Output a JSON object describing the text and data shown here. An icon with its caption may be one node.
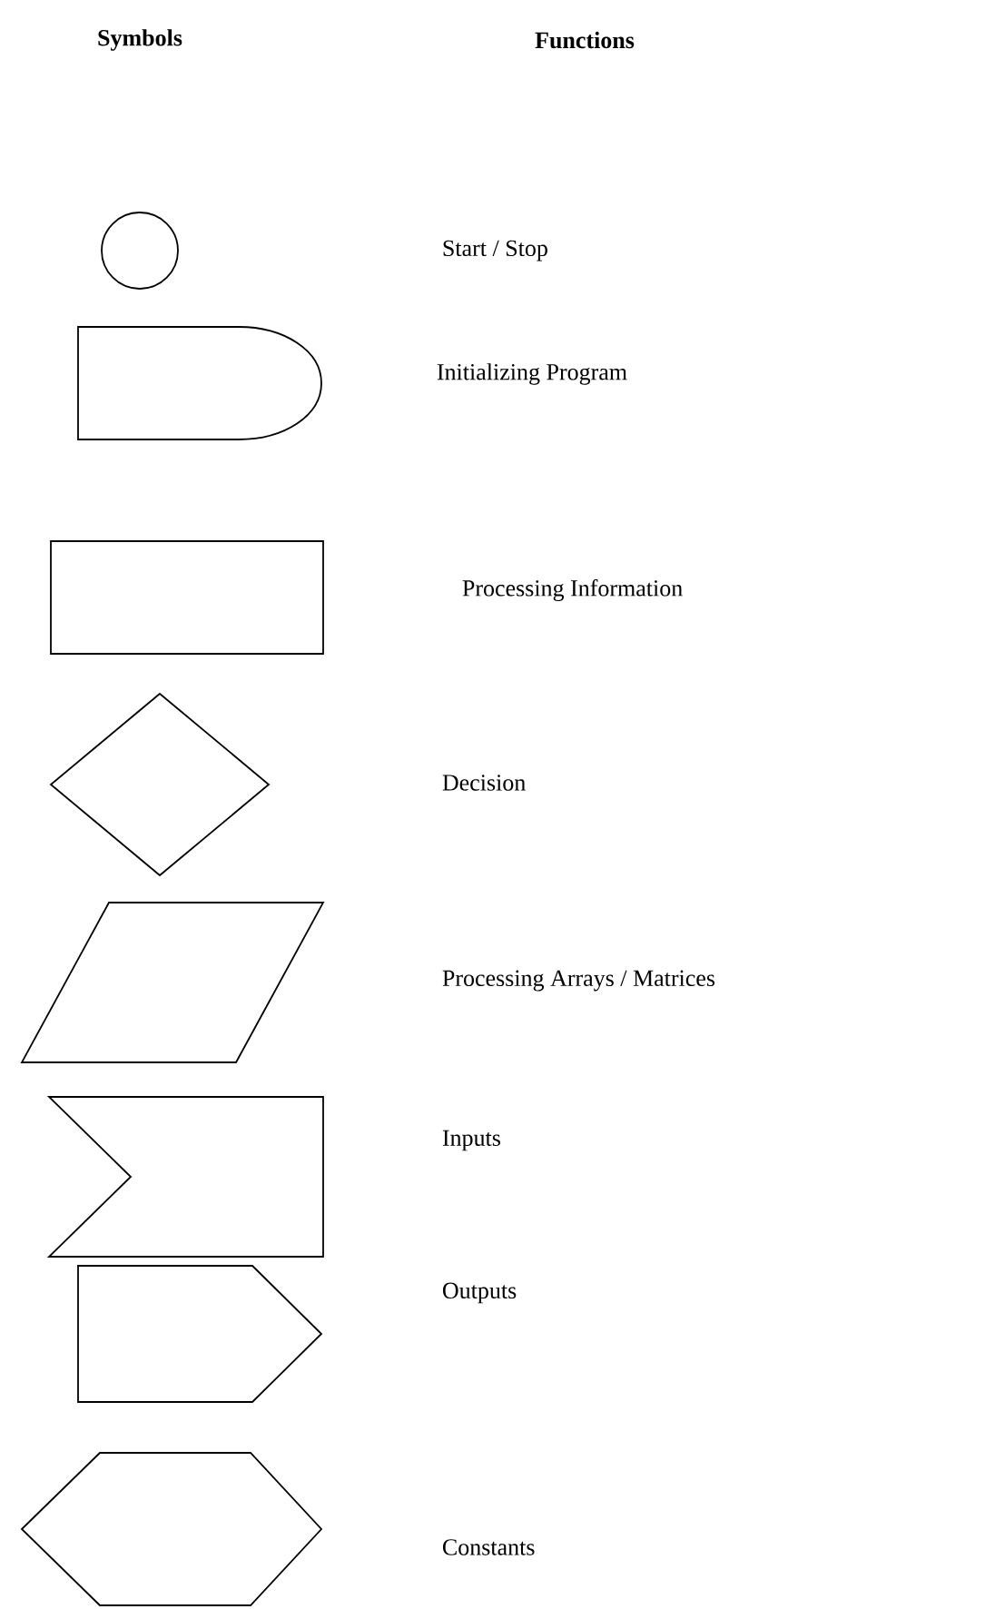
{
  "diagram": {
    "nodes": [
      {
        "text": [],
        "shape": "circle"
      },
      {
        "text": [],
        "shape": "delay"
      },
      {
        "text": [],
        "shape": "box"
      },
      {
        "text": [],
        "shape": "diamond"
      },
      {
        "text": [],
        "shape": "parallelogram"
      },
      {
        "text": [],
        "shape": "notch"
      },
      {
        "text": [],
        "shape": "pentagon"
      },
      {
        "text": [],
        "shape": "hexagon"
      }
    ],
    "labels": [
      "Symbols",
      "Functions",
      "Start / Stop",
      "Initializing Program",
      "Processing Information",
      "Decision",
      "Processing Arrays / Matrices",
      "Inputs",
      "Outputs",
      "Constants"
    ]
  }
}
